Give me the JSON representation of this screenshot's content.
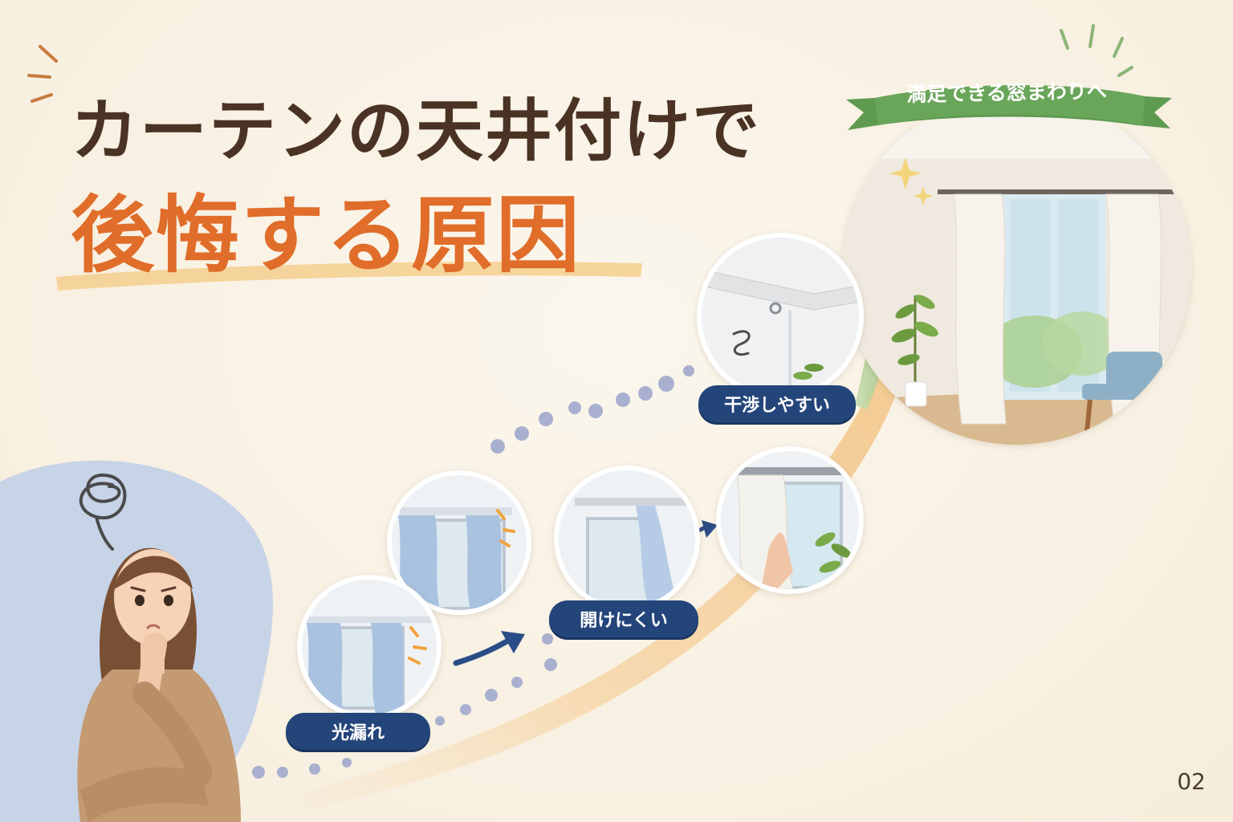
{
  "title": {
    "line1": "カーテンの天井付けで",
    "line2": "後悔する原因"
  },
  "banner": {
    "text": "満足できる窓まわりへ"
  },
  "labels": {
    "light_leak": "光漏れ",
    "hard_to_open": "開けにくい",
    "interference": "干渉しやすい"
  },
  "page_number": "02",
  "icons": [
    "worry-scribble-icon",
    "sparkle-icon",
    "arrow-icon",
    "plant-icon"
  ],
  "colors": {
    "title_dark": "#4a3324",
    "title_accent": "#e06d2a",
    "pill_bg": "#24457a",
    "banner_green": "#5e9a4f",
    "background": "#f8f1e4"
  }
}
